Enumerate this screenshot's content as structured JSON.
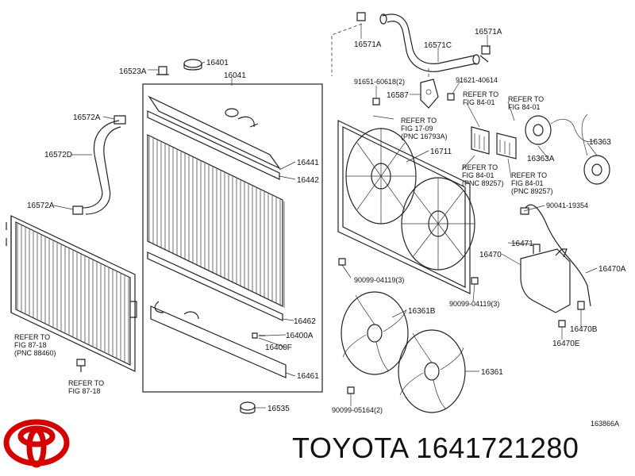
{
  "brand": {
    "name": "TOYOTA",
    "part_number": "1641721280",
    "logo_color": "#d40000"
  },
  "figure_code": "163866A",
  "labels": {
    "p16571A_top": "16571A",
    "p16571A_right": "16571A",
    "p16571C": "16571C",
    "p16401": "16401",
    "p16523A": "16523A",
    "p16041": "16041",
    "p91651": "91651-60618(2)",
    "p91621": "91621-40614",
    "p16587": "16587",
    "p16572A_top": "16572A",
    "p16572D": "16572D",
    "p16572A_bot": "16572A",
    "p16441": "16441",
    "p16442": "16442",
    "p16711": "16711",
    "p16363A": "16363A",
    "p16363": "16363",
    "p90041": "90041-19354",
    "p16471": "16471",
    "p16470": "16470",
    "p16470A": "16470A",
    "p90099_04119_a": "90099-04119(3)",
    "p90099_04119_b": "90099-04119(3)",
    "p16462": "16462",
    "p16400A": "16400A",
    "p16400F": "16400F",
    "p16361B": "16361B",
    "p16470B": "16470B",
    "p16470E": "16470E",
    "p16461": "16461",
    "p16361": "16361",
    "p90099_05164": "90099-05164(2)",
    "p16535": "16535"
  },
  "refer_notes": {
    "note_17_09": [
      "REFER TO",
      "FIG 17-09",
      "(PNC 16793A)"
    ],
    "note_84_01_a": [
      "REFER TO",
      "FIG 84-01"
    ],
    "note_84_01_b": [
      "REFER TO",
      "FIG 84-01"
    ],
    "note_84_01_c": [
      "REFER TO",
      "FIG 84-01",
      "(PNC 89257)"
    ],
    "note_84_01_d": [
      "REFER TO",
      "FIG 84-01",
      "(PNC 89257)"
    ],
    "note_87_18_a": [
      "REFER TO",
      "FIG 87-18",
      "(PNC 88460)"
    ],
    "note_87_18_b": [
      "REFER TO",
      "FIG 87-18"
    ]
  }
}
